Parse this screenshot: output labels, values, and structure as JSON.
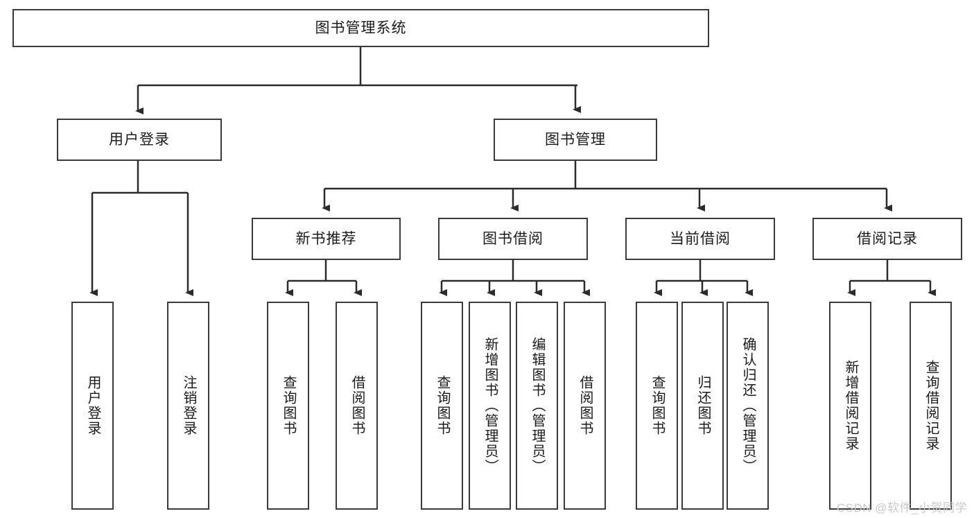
{
  "diagram": {
    "type": "hierarchy-tree",
    "title": "图书管理系统",
    "root": {
      "id": "root",
      "label": "图书管理系统"
    },
    "level2": [
      {
        "id": "user-login",
        "label": "用户登录"
      },
      {
        "id": "book-manage",
        "label": "图书管理"
      }
    ],
    "level3": [
      {
        "id": "new-book-rec",
        "label": "新书推荐",
        "parent": "book-manage"
      },
      {
        "id": "book-borrow",
        "label": "图书借阅",
        "parent": "book-manage"
      },
      {
        "id": "current-borrow",
        "label": "当前借阅",
        "parent": "book-manage"
      },
      {
        "id": "borrow-record",
        "label": "借阅记录",
        "parent": "book-manage"
      }
    ],
    "leaves": [
      {
        "id": "leaf-user-login",
        "label": "用户登录",
        "parent": "user-login"
      },
      {
        "id": "leaf-user-logout",
        "label": "注销登录",
        "parent": "user-login"
      },
      {
        "id": "leaf-query-book-1",
        "label": "查询图书",
        "parent": "new-book-rec"
      },
      {
        "id": "leaf-borrow-book-1",
        "label": "借阅图书",
        "parent": "new-book-rec"
      },
      {
        "id": "leaf-query-book-2",
        "label": "查询图书",
        "parent": "book-borrow"
      },
      {
        "id": "leaf-add-book",
        "label": "新增图书（管理员）",
        "parent": "book-borrow"
      },
      {
        "id": "leaf-edit-book",
        "label": "编辑图书（管理员）",
        "parent": "book-borrow"
      },
      {
        "id": "leaf-borrow-book-2",
        "label": "借阅图书",
        "parent": "book-borrow"
      },
      {
        "id": "leaf-query-book-3",
        "label": "查询图书",
        "parent": "current-borrow"
      },
      {
        "id": "leaf-return-book",
        "label": "归还图书",
        "parent": "current-borrow"
      },
      {
        "id": "leaf-confirm-return",
        "label": "确认归还（管理员）",
        "parent": "current-borrow"
      },
      {
        "id": "leaf-add-record",
        "label": "新增借阅记录",
        "parent": "borrow-record"
      },
      {
        "id": "leaf-query-record",
        "label": "查询借阅记录",
        "parent": "borrow-record"
      }
    ],
    "colors": {
      "stroke": "#3a3a3a",
      "fill": "#ffffff",
      "text": "#1b1b1b",
      "watermark": "#c9c9c9"
    }
  },
  "watermark": {
    "text": "CSDN @软件_小贺同学"
  }
}
